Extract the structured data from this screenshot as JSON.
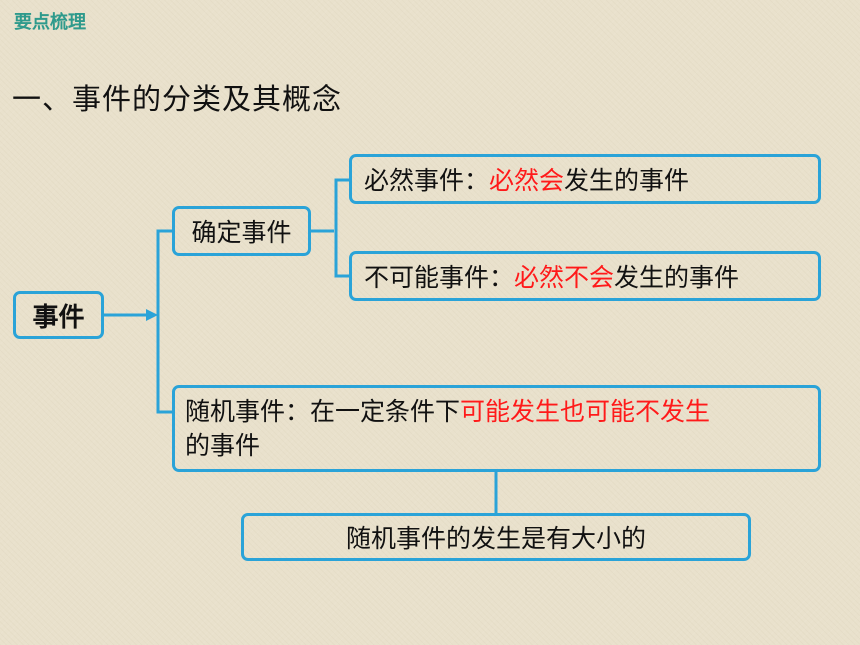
{
  "header": {
    "section_tag": "要点梳理"
  },
  "title": "一、事件的分类及其概念",
  "diagram": {
    "root": {
      "label": "事件"
    },
    "certain": {
      "label": "确定事件"
    },
    "sure": {
      "prefix": "必然事件：",
      "highlight": "必然会",
      "suffix": "发生的事件"
    },
    "impossible": {
      "prefix": "不可能事件：",
      "highlight": "必然不会",
      "suffix": "发生的事件"
    },
    "random": {
      "prefix": "随机事件：在一定条件下",
      "highlight": "可能发生也可能不发生",
      "line2": "的事件"
    },
    "size_note": {
      "label": "随机事件的发生是有大小的"
    }
  },
  "colors": {
    "box_border": "#2aa3d8",
    "highlight_text": "#ff1a1a",
    "header_tag": "#2e9a8c",
    "background": "#e9e1cc"
  }
}
